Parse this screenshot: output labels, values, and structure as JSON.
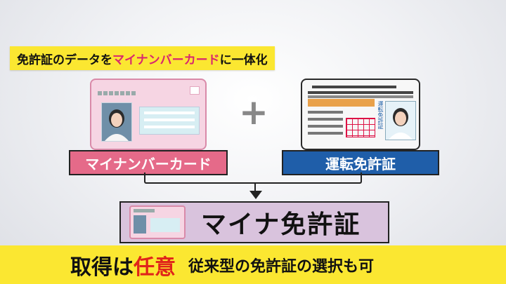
{
  "banner": {
    "part1": "免許証のデータを",
    "part2": "マイナンバーカード",
    "part3": "に一体化"
  },
  "cards": {
    "mynumber_label": "マイナンバーカード",
    "license_label": "運転免許証",
    "license_vertical_text": "運転免許証"
  },
  "plus_symbol": "+",
  "result": {
    "text": "マイナ免許証"
  },
  "bottom": {
    "main": "取得は",
    "emphasis": "任意",
    "sub": "従来型の免許証の選択も可"
  },
  "colors": {
    "banner_yellow": "#fbe731",
    "accent_pink": "#d8266f",
    "mynumber_label_bg": "#e56a89",
    "license_label_bg": "#1f5ea9",
    "result_bg": "#d9c3dd",
    "emphasis_red": "#e0241a"
  }
}
